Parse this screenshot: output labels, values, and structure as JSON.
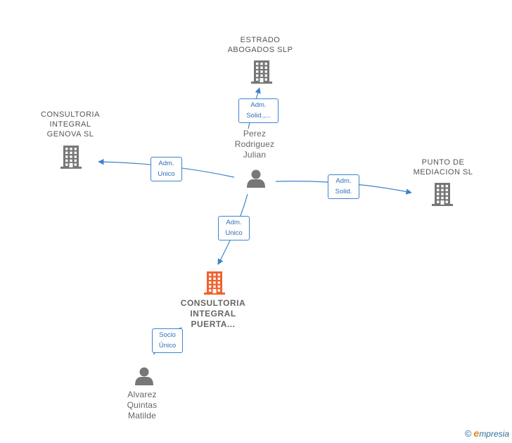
{
  "nodes": {
    "estrado": {
      "label": "ESTRADO\nABOGADOS  SLP",
      "kind": "company",
      "color": "#777777",
      "icon": "building-icon"
    },
    "genova": {
      "label": "CONSULTORIA\nINTEGRAL\nGENOVA  SL",
      "kind": "company",
      "color": "#777777",
      "icon": "building-icon"
    },
    "punto": {
      "label": "PUNTO DE\nMEDIACION  SL",
      "kind": "company",
      "color": "#777777",
      "icon": "building-icon"
    },
    "puerta": {
      "label": "CONSULTORIA\nINTEGRAL\nPUERTA...",
      "kind": "company-main",
      "color": "#f0622e",
      "icon": "building-icon"
    },
    "perez": {
      "label": "Perez\nRodriguez\nJulian",
      "kind": "person",
      "color": "#777777",
      "icon": "person-icon"
    },
    "alvarez": {
      "label": "Alvarez\nQuintas\nMatilde",
      "kind": "person",
      "color": "#777777",
      "icon": "person-icon"
    }
  },
  "edges": {
    "perez_estrado": {
      "label": "Adm.\nSolid.,..."
    },
    "perez_genova": {
      "label": "Adm.\nUnico"
    },
    "perez_punto": {
      "label": "Adm.\nSolid."
    },
    "perez_puerta": {
      "label": "Adm.\nUnico"
    },
    "alvarez_puerta": {
      "label": "Socio\nÚnico"
    }
  },
  "colors": {
    "edge": "#3f82cc",
    "node": "#777777",
    "main": "#f0622e"
  },
  "footer": {
    "copyright": "©",
    "brand_initial": "e",
    "brand_rest": "mpresia"
  }
}
